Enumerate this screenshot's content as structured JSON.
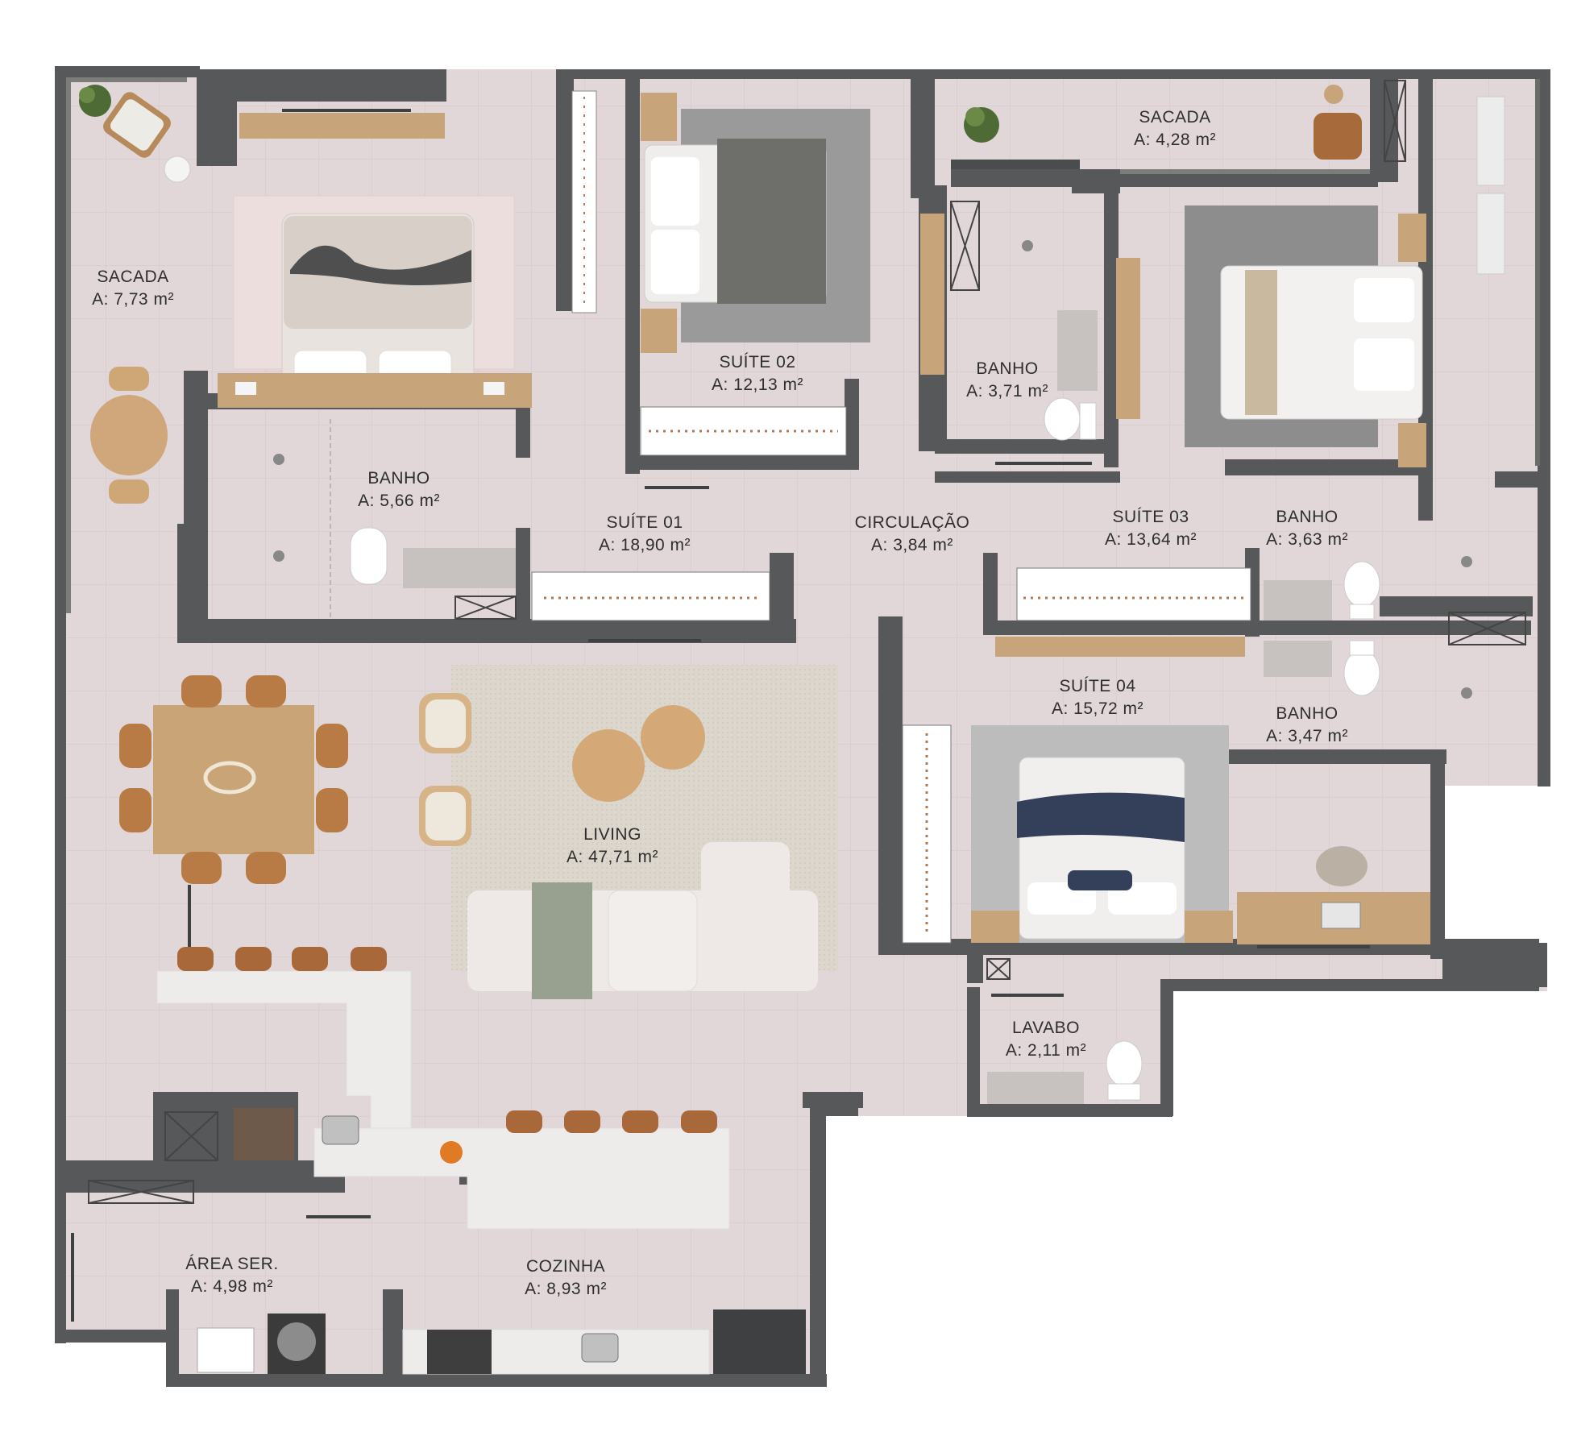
{
  "rooms": [
    {
      "id": "sacada-1",
      "name": "SACADA",
      "area": "A: 7,73 m²"
    },
    {
      "id": "banho-1",
      "name": "BANHO",
      "area": "A: 5,66 m²"
    },
    {
      "id": "suite-01",
      "name": "SUÍTE 01",
      "area": "A: 18,90 m²"
    },
    {
      "id": "suite-02",
      "name": "SUÍTE 02",
      "area": "A: 12,13 m²"
    },
    {
      "id": "banho-2",
      "name": "BANHO",
      "area": "A: 3,71 m²"
    },
    {
      "id": "sacada-2",
      "name": "SACADA",
      "area": "A: 4,28 m²"
    },
    {
      "id": "circulacao",
      "name": "CIRCULAÇÃO",
      "area": "A: 3,84 m²"
    },
    {
      "id": "suite-03",
      "name": "SUÍTE 03",
      "area": "A: 13,64 m²"
    },
    {
      "id": "banho-3",
      "name": "BANHO",
      "area": "A: 3,63 m²"
    },
    {
      "id": "suite-04",
      "name": "SUÍTE 04",
      "area": "A: 15,72 m²"
    },
    {
      "id": "banho-4",
      "name": "BANHO",
      "area": "A: 3,47 m²"
    },
    {
      "id": "living",
      "name": "LIVING",
      "area": "A: 47,71 m²"
    },
    {
      "id": "lavabo",
      "name": "LAVABO",
      "area": "A: 2,11 m²"
    },
    {
      "id": "area-servico",
      "name": "ÁREA SER.",
      "area": "A: 4,98 m²"
    },
    {
      "id": "cozinha",
      "name": "COZINHA",
      "area": "A: 8,93 m²"
    }
  ],
  "colors": {
    "floor": "#e3d8d8",
    "wall": "#555759",
    "wood": "#c8a47a",
    "textile": "#f2efeb",
    "rug": "#d9d4cc",
    "marble": "#eeecea",
    "plant": "#4e6b35",
    "chair": "#b8804c"
  }
}
